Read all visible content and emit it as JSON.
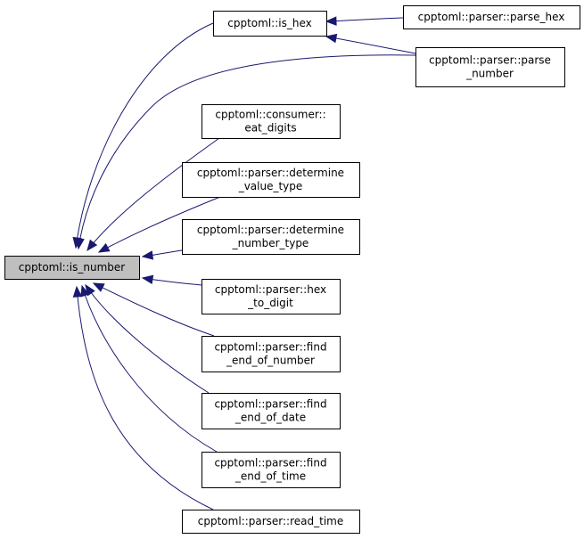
{
  "diagram": {
    "type": "call-graph",
    "colors": {
      "edge": "#191970",
      "root_fill": "#bfbfbf",
      "node_fill": "#ffffff",
      "node_border": "#000000"
    },
    "nodes": [
      {
        "id": "is_number",
        "lines": [
          "cpptoml::is_number"
        ]
      },
      {
        "id": "is_hex",
        "lines": [
          "cpptoml::is_hex"
        ]
      },
      {
        "id": "parse_hex",
        "lines": [
          "cpptoml::parser::parse_hex"
        ]
      },
      {
        "id": "parse_number",
        "lines": [
          "cpptoml::parser::parse",
          "_number"
        ]
      },
      {
        "id": "eat_digits",
        "lines": [
          "cpptoml::consumer::",
          "eat_digits"
        ]
      },
      {
        "id": "determine_value_type",
        "lines": [
          "cpptoml::parser::determine",
          "_value_type"
        ]
      },
      {
        "id": "determine_number_type",
        "lines": [
          "cpptoml::parser::determine",
          "_number_type"
        ]
      },
      {
        "id": "hex_to_digit",
        "lines": [
          "cpptoml::parser::hex",
          "_to_digit"
        ]
      },
      {
        "id": "find_end_of_number",
        "lines": [
          "cpptoml::parser::find",
          "_end_of_number"
        ]
      },
      {
        "id": "find_end_of_date",
        "lines": [
          "cpptoml::parser::find",
          "_end_of_date"
        ]
      },
      {
        "id": "find_end_of_time",
        "lines": [
          "cpptoml::parser::find",
          "_end_of_time"
        ]
      },
      {
        "id": "read_time",
        "lines": [
          "cpptoml::parser::read_time"
        ]
      }
    ],
    "edges": [
      {
        "from": "is_hex",
        "to": "is_number"
      },
      {
        "from": "parse_number",
        "to": "is_number"
      },
      {
        "from": "eat_digits",
        "to": "is_number"
      },
      {
        "from": "determine_value_type",
        "to": "is_number"
      },
      {
        "from": "determine_number_type",
        "to": "is_number"
      },
      {
        "from": "hex_to_digit",
        "to": "is_number"
      },
      {
        "from": "find_end_of_number",
        "to": "is_number"
      },
      {
        "from": "find_end_of_date",
        "to": "is_number"
      },
      {
        "from": "find_end_of_time",
        "to": "is_number"
      },
      {
        "from": "read_time",
        "to": "is_number"
      },
      {
        "from": "parse_hex",
        "to": "is_hex"
      },
      {
        "from": "parse_number",
        "to": "is_hex"
      }
    ]
  }
}
